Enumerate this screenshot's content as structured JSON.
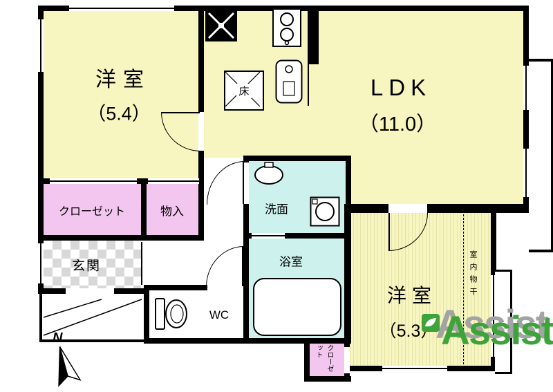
{
  "plan": {
    "rooms": {
      "western_room_1": {
        "name": "洋室",
        "area": "（5.4）"
      },
      "ldk": {
        "name": "LDK",
        "area": "（11.0）"
      },
      "western_room_2": {
        "name": "洋室",
        "area": "（5.3）"
      },
      "closet_main": {
        "label": "クローゼット"
      },
      "storage": {
        "label": "物入"
      },
      "entrance": {
        "label": "玄関"
      },
      "washroom": {
        "label": "洗面"
      },
      "bathroom": {
        "label": "浴室"
      },
      "toilet": {
        "label": "WC"
      },
      "closet_small": {
        "label": "クローゼット"
      },
      "indoor_drying": {
        "label": "室内物干"
      },
      "floor_storage": {
        "label": "床"
      }
    },
    "compass": {
      "label": "N"
    },
    "watermark": {
      "text": "Assist"
    }
  },
  "colors": {
    "room-yellow": "#f7f5c0",
    "stripe-yellow": "#e6e2a6",
    "closet-pink": "#f2c6ee",
    "bath-cyan": "#cdf2ee",
    "wall-black": "#000000",
    "checker-gray": "#d8d8d8",
    "watermark-green": "#3ea33b",
    "watermark-gray": "#a3a3a3"
  }
}
